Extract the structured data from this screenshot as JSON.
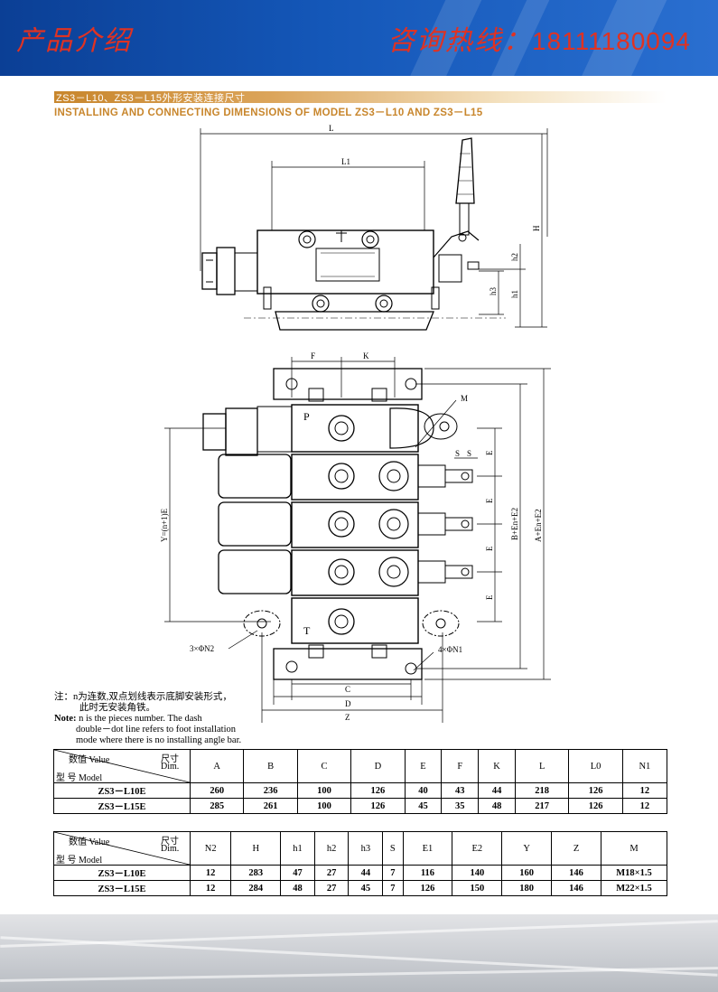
{
  "header": {
    "title": "产品介绍",
    "hotline_label": "咨询热线：",
    "hotline_number": "18111180094"
  },
  "section": {
    "title_cn": "ZS3－L10、ZS3－L15外形安装连接尺寸",
    "title_en": "INSTALLING AND CONNECTING DIMENSIONS OF MODEL ZS3－L10  AND ZS3－L15"
  },
  "drawing_labels": {
    "L": "L",
    "L1": "L1",
    "H": "H",
    "h1": "h1",
    "h2": "h2",
    "h3": "h3",
    "F": "F",
    "K": "K",
    "M": "M",
    "P": "P",
    "T": "T",
    "S": "S",
    "E": "E",
    "C": "C",
    "D": "D",
    "Z": "Z",
    "Y": "Y=(n+1)E",
    "BE": "B+En+E2",
    "AE": "A+En+E2",
    "N2": "3×ΦN2",
    "N1": "4×ΦN1"
  },
  "note": {
    "cn_line1": "注：n为连数,双点划线表示底脚安装形式，",
    "cn_line2": "此时无安装角铁。",
    "en_label": "Note:",
    "en_line1": "n is the pieces number. The dash",
    "en_line2": "double－dot line refers to foot installation",
    "en_line3": "mode where there is no installing angle bar."
  },
  "table1": {
    "corner": {
      "value": "数值 Value",
      "dim_cn": "尺寸",
      "dim_en": "Dim.",
      "model": "型 号 Model"
    },
    "headers": [
      "A",
      "B",
      "C",
      "D",
      "E",
      "F",
      "K",
      "L",
      "L0",
      "N1"
    ],
    "rows": [
      {
        "model": "ZS3－L10E",
        "values": [
          "260",
          "236",
          "100",
          "126",
          "40",
          "43",
          "44",
          "218",
          "126",
          "12"
        ]
      },
      {
        "model": "ZS3－L15E",
        "values": [
          "285",
          "261",
          "100",
          "126",
          "45",
          "35",
          "48",
          "217",
          "126",
          "12"
        ]
      }
    ]
  },
  "table2": {
    "corner": {
      "value": "数值 Value",
      "dim_cn": "尺寸",
      "dim_en": "Dim.",
      "model": "型 号 Model"
    },
    "headers": [
      "N2",
      "H",
      "h1",
      "h2",
      "h3",
      "S",
      "E1",
      "E2",
      "Y",
      "Z",
      "M"
    ],
    "rows": [
      {
        "model": "ZS3－L10E",
        "values": [
          "12",
          "283",
          "47",
          "27",
          "44",
          "7",
          "116",
          "140",
          "160",
          "146",
          "M18×1.5"
        ]
      },
      {
        "model": "ZS3－L15E",
        "values": [
          "12",
          "284",
          "48",
          "27",
          "45",
          "7",
          "126",
          "150",
          "180",
          "146",
          "M22×1.5"
        ]
      }
    ]
  }
}
